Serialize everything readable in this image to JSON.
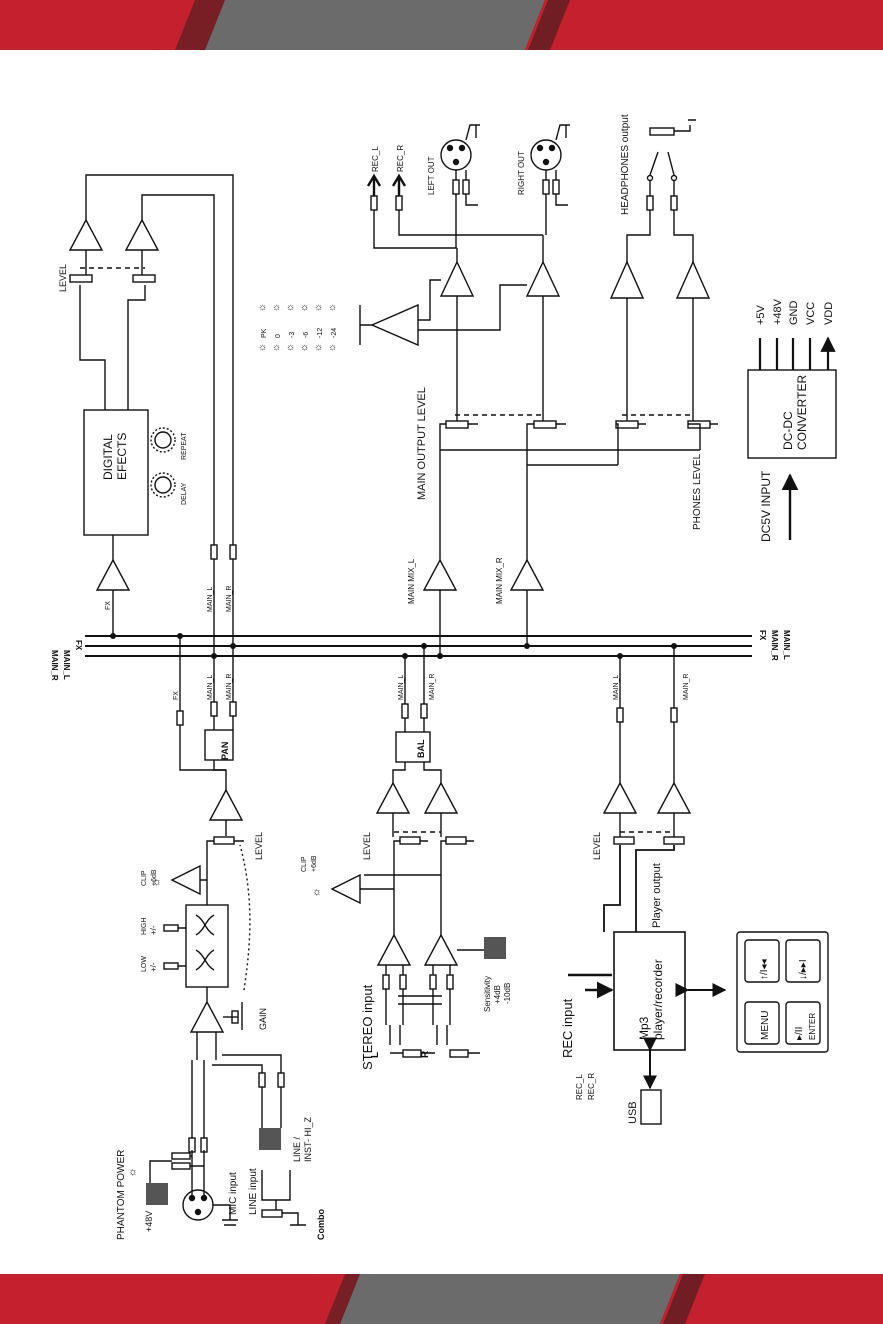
{
  "colors": {
    "band_red": "#c4202d",
    "band_dark": "#1c1c1c",
    "band_grey": "#6b6b6b",
    "line": "#111111"
  },
  "buses": [
    "FX",
    "MAIN_R",
    "MAIN_L"
  ],
  "mic_channel": {
    "phantom_power": "PHANTOM POWER",
    "v48": "+48V",
    "mic_input": "MIC input",
    "line_input": "LINE input",
    "combo": "Combo",
    "line_inst": "LINE /",
    "inst_hiz": "INST- HI_Z",
    "gain": "GAIN",
    "low": "LOW",
    "high": "HIGH",
    "pm": "+/-",
    "clip": "CLIP",
    "clip_db": "+6dB",
    "level": "LEVEL",
    "pan": "PAN",
    "fx": "FX",
    "main_l": "MAIN_L",
    "main_r": "MAIN_R"
  },
  "stereo_channel": {
    "stereo_input": "STEREO input",
    "l": "L",
    "r": "R",
    "sensitivity": "Sensitivity",
    "sens_hi": "+4dB",
    "sens_lo": "-10dB",
    "clip": "CLIP",
    "clip_db": "+6dB",
    "level": "LEVEL",
    "bal": "BAL",
    "main_l": "MAIN_L",
    "main_r": "MAIN_R"
  },
  "mp3": {
    "rec_input": "REC input",
    "rec_l": "REC_L",
    "rec_r": "REC_R",
    "usb": "USB",
    "player_line1": "Mp3",
    "player_line2": "player/recorder",
    "player_output": "Player output",
    "level": "LEVEL",
    "main_l": "MAIN_L",
    "main_r": "MAIN_R",
    "btn_prev": "↑/I◂◂",
    "btn_next": "↓/▸▸I",
    "btn_menu": "MENU",
    "btn_play": "▸/II",
    "btn_enter": "ENTER"
  },
  "effects": {
    "fx": "FX",
    "box_line1": "DIGITAL",
    "box_line2": "EFECTS",
    "delay": "DELAY",
    "repeat": "REPEAT",
    "level": "LEVEL",
    "main_l": "MAIN_L",
    "main_r": "MAIN_R"
  },
  "output": {
    "main_mix_l": "MAIN MIX_L",
    "main_mix_r": "MAIN MIX_R",
    "main_output_level": "MAIN OUTPUT LEVEL",
    "meter_labels": [
      "PK",
      "0",
      "-3",
      "-6",
      "-12",
      "-24"
    ],
    "rec_l": "REC_L",
    "rec_r": "REC_R",
    "left_out": "LEFT OUT",
    "right_out": "RIGHT OUT",
    "headphones": "HEADPHONES output",
    "phones_level": "PHONES LEVEL"
  },
  "power": {
    "dc_input": "DC5V INPUT",
    "box_line1": "DC-DC",
    "box_line2": "CONVERTER",
    "rails": [
      "+5V",
      "+48V",
      "GND",
      "VCC",
      "VDD"
    ]
  }
}
